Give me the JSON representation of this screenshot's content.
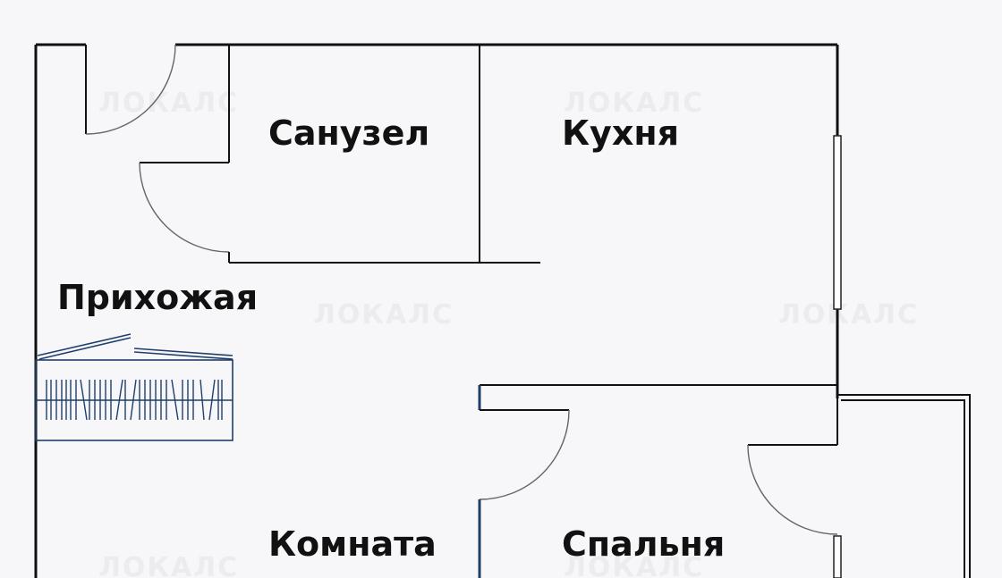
{
  "rooms": {
    "bathroom": "Санузел",
    "kitchen": "Кухня",
    "hallway": "Прихожая",
    "living_room": "Комната",
    "bedroom": "Спальня"
  },
  "watermark": "ЛОКАЛС",
  "colors": {
    "wall": "#111111",
    "furniture": "#1f3f6b",
    "background": "#f7f7f9"
  }
}
